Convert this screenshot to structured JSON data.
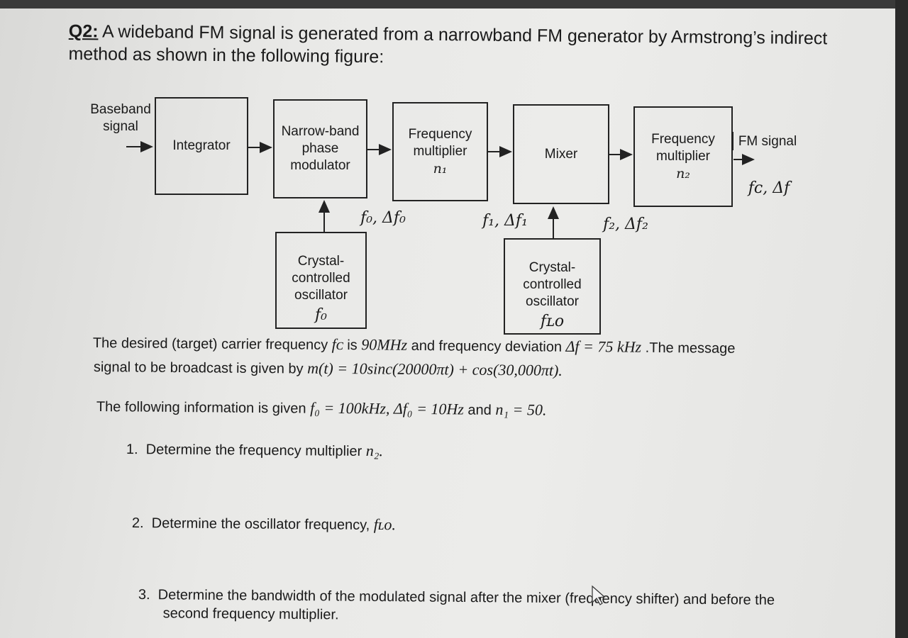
{
  "question": {
    "number": "Q2:",
    "text": " A wideband FM signal is generated from a narrowband FM generator by Armstrong’s indirect method as shown in the following figure:"
  },
  "diagram": {
    "input_label_1": "Baseband",
    "input_label_2": "signal",
    "integrator": "Integrator",
    "nbpm_1": "Narrow-band",
    "nbpm_2": "phase",
    "nbpm_3": "modulator",
    "mult1_1": "Frequency",
    "mult1_2": "multiplier",
    "mult1_n": "n₁",
    "mixer": "Mixer",
    "mult2_1": "Frequency",
    "mult2_2": "multiplier",
    "mult2_n": "n₂",
    "output_label": "FM signal",
    "output_freq": "fᴄ, Δf",
    "f0_label": "f₀, Δf₀",
    "f1_label": "f₁, Δf₁",
    "f2_label": "f₂, Δf₂",
    "osc1_1": "Crystal-",
    "osc1_2": "controlled",
    "osc1_3": "oscillator",
    "osc1_f": "f₀",
    "osc2_1": "Crystal-",
    "osc2_2": "controlled",
    "osc2_3": "oscillator",
    "osc2_f": "fʟᴏ"
  },
  "body": {
    "line1_a": "The desired (target) carrier frequency ",
    "line1_fc": "fᴄ",
    "line1_b": " is ",
    "line1_val": "90MHz",
    "line1_c": " and frequency deviation ",
    "line1_dev": "Δf = 75 kHz",
    "line1_d": " .The message",
    "line2_a": "signal to be broadcast is given by ",
    "line2_m": "m(t) = 10sinc(20000πt) + cos(30,000πt).",
    "line3_a": "The following information is given ",
    "line3_m": "f₀ = 100kHz, Δf₀ = 10Hz",
    "line3_b": " and ",
    "line3_n": "n₁ = 50."
  },
  "items": [
    {
      "num": "1.",
      "text": "Determine the frequency multiplier ",
      "math": "n₂."
    },
    {
      "num": "2.",
      "text": "Determine the oscillator frequency, ",
      "math": "fʟᴏ."
    },
    {
      "num": "3.",
      "text": "Determine the bandwidth of the modulated signal after the mixer (frequency shifter) and before the",
      "text2": "second frequency multiplier."
    }
  ]
}
